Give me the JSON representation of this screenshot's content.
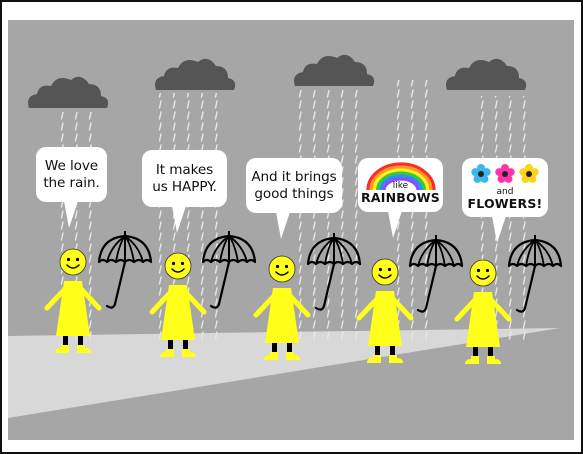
{
  "bubbles": {
    "b1": {
      "line1": "We love",
      "line2": "the rain."
    },
    "b2": {
      "line1": "It makes",
      "line2": "us HAPPY."
    },
    "b3": {
      "line1": "And it brings",
      "line2": "good things"
    },
    "b4": {
      "word_small": "like",
      "word_big": "RAINBOWS"
    },
    "b5": {
      "word_small": "and",
      "word_big": "FLOWERS!"
    }
  },
  "colors": {
    "sky": "#a6a6a6",
    "ground": "#d8d8d8",
    "cloud": "#555555",
    "figure": "#ffff1a",
    "umbrella": "#000000",
    "rain": "#e6e6e6"
  },
  "icons": [
    "cloud-icon",
    "umbrella-icon",
    "smiley-figure-icon",
    "rainbow-icon",
    "flower-icon"
  ]
}
